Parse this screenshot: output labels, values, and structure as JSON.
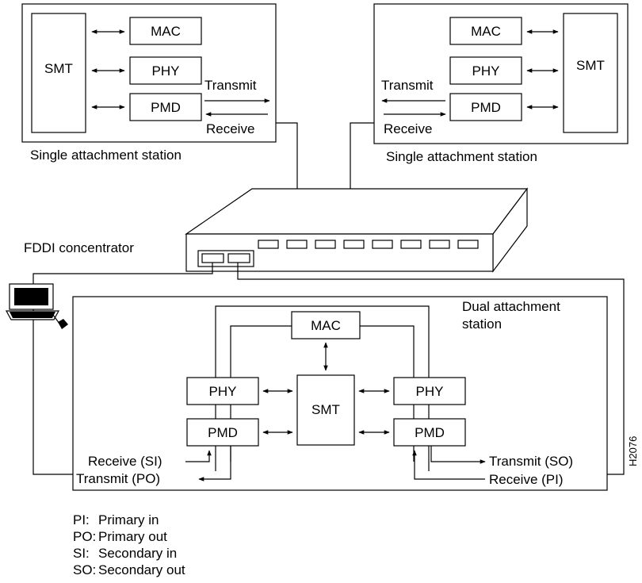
{
  "sas_left": {
    "smt": "SMT",
    "mac": "MAC",
    "phy": "PHY",
    "pmd": "PMD",
    "transmit": "Transmit",
    "receive": "Receive",
    "caption": "Single attachment station"
  },
  "sas_right": {
    "mac": "MAC",
    "phy": "PHY",
    "pmd": "PMD",
    "smt": "SMT",
    "transmit": "Transmit",
    "receive": "Receive",
    "caption": "Single attachment station"
  },
  "concentrator": {
    "label": "FDDI concentrator"
  },
  "das": {
    "title_line1": "Dual attachment",
    "title_line2": "station",
    "mac": "MAC",
    "smt": "SMT",
    "phy_left": "PHY",
    "pmd_left": "PMD",
    "phy_right": "PHY",
    "pmd_right": "PMD",
    "receive_si": "Receive (SI)",
    "transmit_po": "Transmit (PO)",
    "transmit_so": "Transmit (SO)",
    "receive_pi": "Receive (PI)"
  },
  "figure_id": "H2076",
  "legend": [
    {
      "abbr": "PI:",
      "text": "Primary in"
    },
    {
      "abbr": "PO:",
      "text": "Primary out"
    },
    {
      "abbr": "SI:",
      "text": "Secondary in"
    },
    {
      "abbr": "SO:",
      "text": "Secondary out"
    }
  ]
}
